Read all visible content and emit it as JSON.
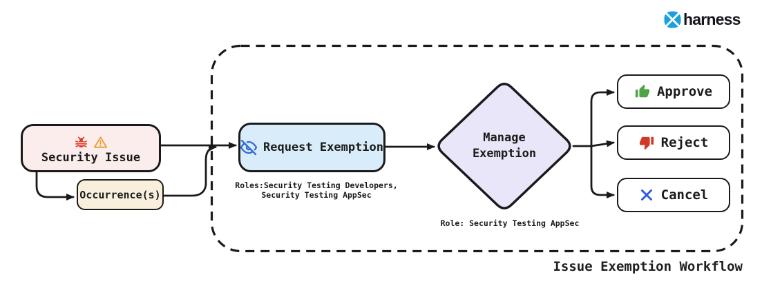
{
  "header": {
    "brand": "harness",
    "brand_logo_icon": "harness-logo-icon",
    "brand_color": "#19a0e0"
  },
  "diagram": {
    "title": "Issue Exemption Workflow",
    "nodes": {
      "security_issue": {
        "label": "Security Issue",
        "icons": [
          "bug-icon",
          "warning-triangle-icon"
        ],
        "fill": "#fbedeb"
      },
      "occurrences": {
        "label": "Occurrence(s)",
        "fill": "#f8f0dd"
      },
      "request_exemption": {
        "label": "Request Exemption",
        "icon": "eye-off-icon",
        "fill": "#d9ecfa"
      },
      "manage_exemption": {
        "label": "Manage Exemption",
        "shape": "diamond",
        "fill": "#e8e6f8"
      },
      "approve": {
        "label": "Approve",
        "icon": "thumbs-up-icon",
        "fill": "#ffffff"
      },
      "reject": {
        "label": "Reject",
        "icon": "thumbs-down-icon",
        "fill": "#ffffff"
      },
      "cancel": {
        "label": "Cancel",
        "icon": "x-icon",
        "fill": "#ffffff"
      }
    },
    "notes": {
      "request_roles_line1": "Roles:Security Testing Developers,",
      "request_roles_line2": "Security Testing AppSec",
      "manage_role": "Role: Security Testing AppSec"
    },
    "colors": {
      "stroke": "#1a1a1a",
      "bug_red": "#dd3b2b",
      "warning_orange": "#e8a33d",
      "eye_blue": "#2e6bd6",
      "approve_green": "#4fa344",
      "reject_red": "#cf3a28",
      "cancel_blue": "#2d5ce0"
    }
  }
}
